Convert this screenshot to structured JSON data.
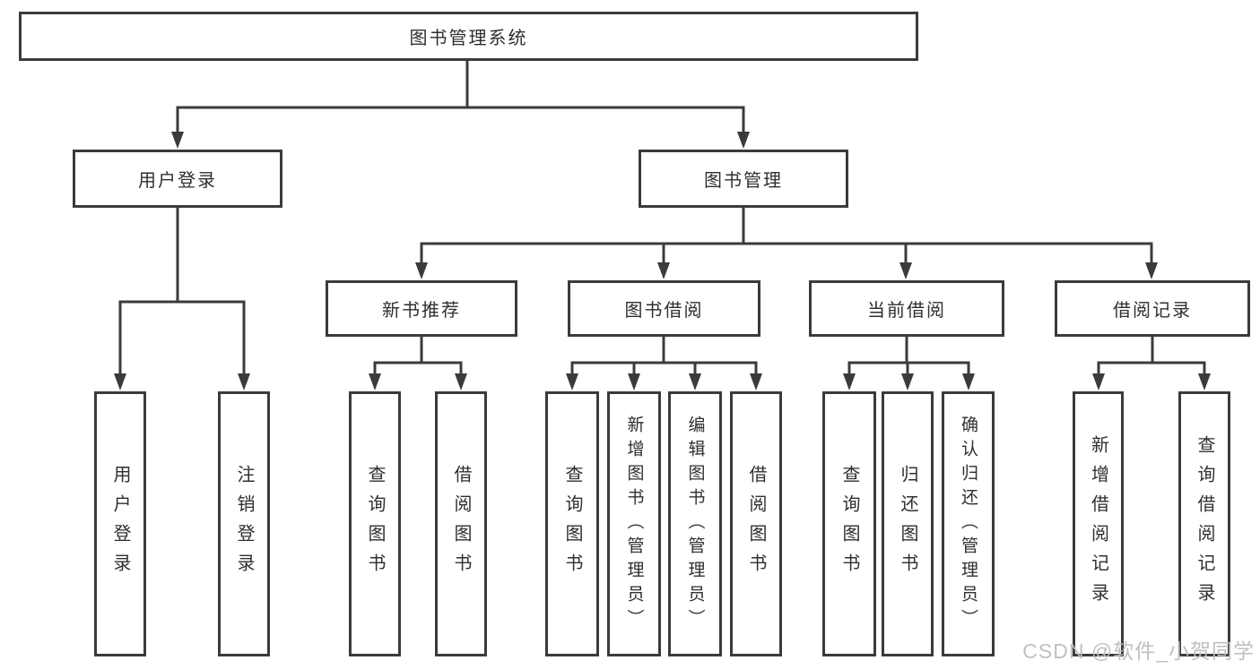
{
  "diagram_title": "图书管理系统",
  "tree": {
    "label": "图书管理系统",
    "children": [
      {
        "label": "用户登录",
        "children": [
          {
            "label": "用户登录"
          },
          {
            "label": "注销登录"
          }
        ]
      },
      {
        "label": "图书管理",
        "children": [
          {
            "label": "新书推荐",
            "children": [
              {
                "label": "查询图书"
              },
              {
                "label": "借阅图书"
              }
            ]
          },
          {
            "label": "图书借阅",
            "children": [
              {
                "label": "查询图书"
              },
              {
                "label": "新增图书（管理员）"
              },
              {
                "label": "编辑图书（管理员）"
              },
              {
                "label": "借阅图书"
              }
            ]
          },
          {
            "label": "当前借阅",
            "children": [
              {
                "label": "查询图书"
              },
              {
                "label": "归还图书"
              },
              {
                "label": "确认归还（管理员）"
              }
            ]
          },
          {
            "label": "借阅记录",
            "children": [
              {
                "label": "新增借阅记录"
              },
              {
                "label": "查询借阅记录"
              }
            ]
          }
        ]
      }
    ]
  },
  "watermark": "CSDN @软件_小贺同学",
  "colors": {
    "line": "#3b3b3b",
    "text": "#2f2f2f",
    "background": "#ffffff",
    "watermark": "#b9bdc2"
  }
}
